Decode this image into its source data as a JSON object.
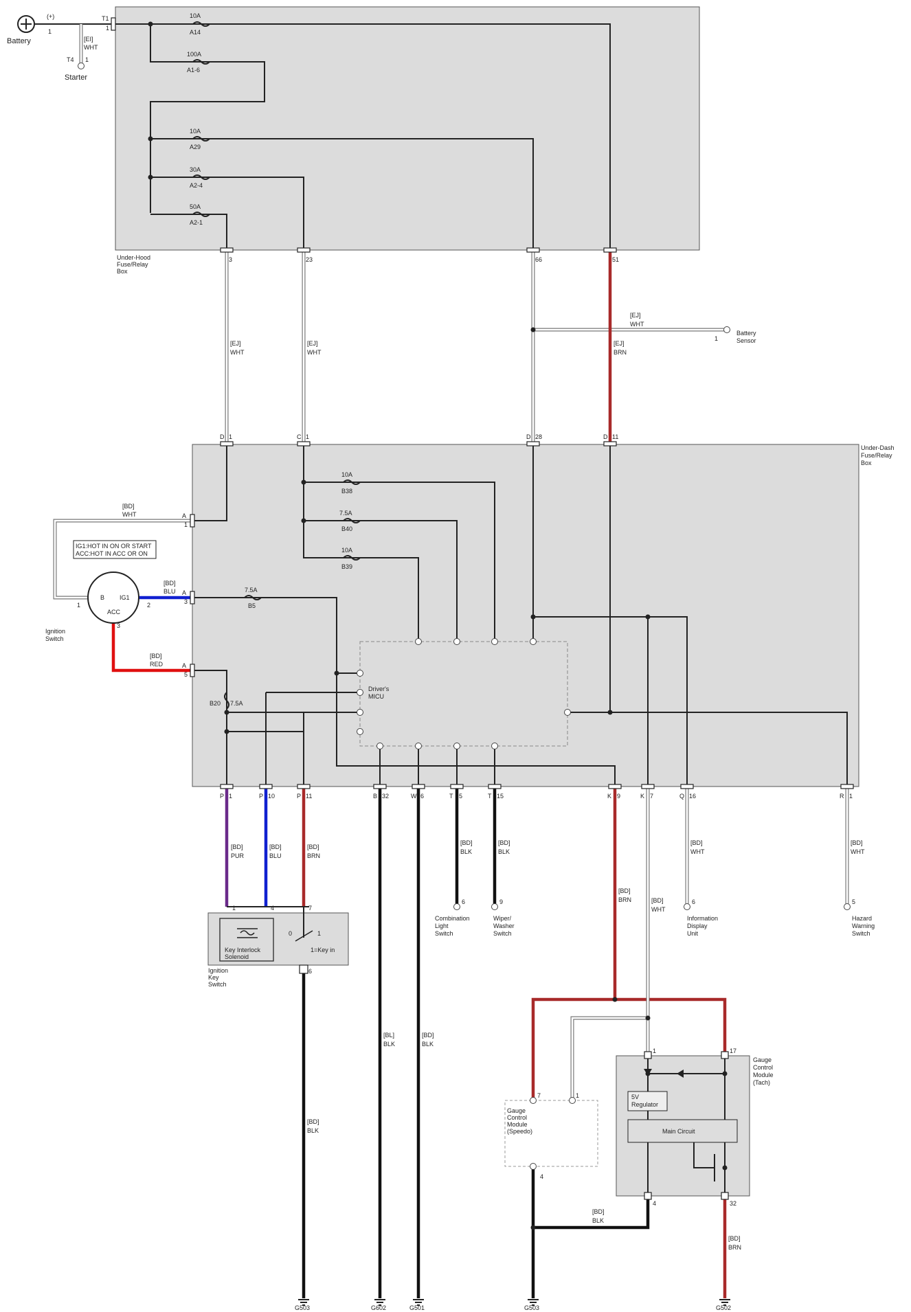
{
  "components": {
    "battery": "Battery",
    "battery_pol": "(+)",
    "starter": "Starter",
    "underhood": [
      "Under-Hood",
      "Fuse/Relay",
      "Box"
    ],
    "underdash": [
      "Under-Dash",
      "Fuse/Relay",
      "Box"
    ],
    "battery_sensor": [
      "Battery",
      "Sensor"
    ],
    "ignition_switch": [
      "Ignition",
      "Switch"
    ],
    "micu": [
      "Driver's",
      "MICU"
    ],
    "combination": [
      "Combination",
      "Light",
      "Switch"
    ],
    "wiper": [
      "Wiper/",
      "Washer",
      "Switch"
    ],
    "info": [
      "Information",
      "Display",
      "Unit"
    ],
    "hazard": [
      "Hazard",
      "Warning",
      "Switch"
    ],
    "key_switch": [
      "Ignition",
      "Key",
      "Switch"
    ],
    "key_solenoid": [
      "Key Interlock",
      "Solenoid"
    ],
    "key_in": "1=Key in",
    "gcm_speedo": [
      "Gauge",
      "Control",
      "Module",
      "(Speedo)"
    ],
    "gcm_tach": [
      "Gauge",
      "Control",
      "Module",
      "(Tach)"
    ],
    "regulator": [
      "5V",
      "Regulator"
    ],
    "main_circuit": "Main Circuit",
    "ign_legend": [
      "IG1:HOT IN ON OR START",
      "ACC:HOT IN ACC OR ON"
    ],
    "ign_b": "B",
    "ign_ig1": "IG1",
    "ign_acc": "ACC"
  },
  "fuses": {
    "a14": [
      "10A",
      "A14"
    ],
    "a16": [
      "100A",
      "A1-6"
    ],
    "a29": [
      "10A",
      "A29"
    ],
    "a24": [
      "30A",
      "A2-4"
    ],
    "a21": [
      "50A",
      "A2-1"
    ],
    "b38": [
      "10A",
      "B38"
    ],
    "b40": [
      "7.5A",
      "B40"
    ],
    "b39": [
      "10A",
      "B39"
    ],
    "b5": [
      "7.5A",
      "B5"
    ],
    "b20": [
      "B20",
      "7.5A"
    ]
  },
  "wires": {
    "ei_wht": [
      "[EI]",
      "WHT"
    ],
    "ej_wht": [
      "[EJ]",
      "WHT"
    ],
    "ej_brn": [
      "[EJ]",
      "BRN"
    ],
    "bd_wht": [
      "[BD]",
      "WHT"
    ],
    "bd_blu": [
      "[BD]",
      "BLU"
    ],
    "bd_red": [
      "[BD]",
      "RED"
    ],
    "bd_pur": [
      "[BD]",
      "PUR"
    ],
    "bd_brn": [
      "[BD]",
      "BRN"
    ],
    "bd_blk": [
      "[BD]",
      "BLK"
    ],
    "bl_blk": [
      "[BL]",
      "BLK"
    ]
  },
  "pins": {
    "t1": "T1",
    "t1n": "1",
    "batt1": "1",
    "t4": "T4",
    "t4n": "1",
    "p3": "3",
    "p23": "23",
    "p66": "66",
    "p51": "51",
    "bs1": "1",
    "d1": "D",
    "d1n": "1",
    "c1": "C",
    "c1n": "1",
    "d28": "D",
    "d28n": "28",
    "d11": "D",
    "d11n": "11",
    "a1": "A",
    "a1n": "1",
    "a3": "A",
    "a3n": "3",
    "a5": "A",
    "a5n": "5",
    "ign1": "1",
    "ign2": "2",
    "ign3": "3",
    "p1": "P",
    "p1n": "1",
    "p10": "P",
    "p10n": "10",
    "p11": "P",
    "p11n": "11",
    "b32": "B",
    "b32n": "32",
    "w6": "W",
    "w6n": "6",
    "t5": "T",
    "t5n": "5",
    "t15": "T",
    "t15n": "15",
    "k9": "K",
    "k9n": "9",
    "k7": "K",
    "k7n": "7",
    "q16": "Q",
    "q16n": "16",
    "r1": "R",
    "r1n": "1",
    "c6": "6",
    "c9": "9",
    "i6": "6",
    "h5": "5",
    "ks1": "1",
    "ks4": "4",
    "ks7": "7",
    "ks6": "6",
    "ks0": "0",
    "ks1b": "1",
    "gs7": "7",
    "gs1": "1",
    "gs4": "4",
    "gt1": "1",
    "gt17": "17",
    "gt4": "4",
    "gt32": "32"
  },
  "grounds": [
    "G503",
    "G602",
    "G501",
    "G503",
    "G502"
  ]
}
